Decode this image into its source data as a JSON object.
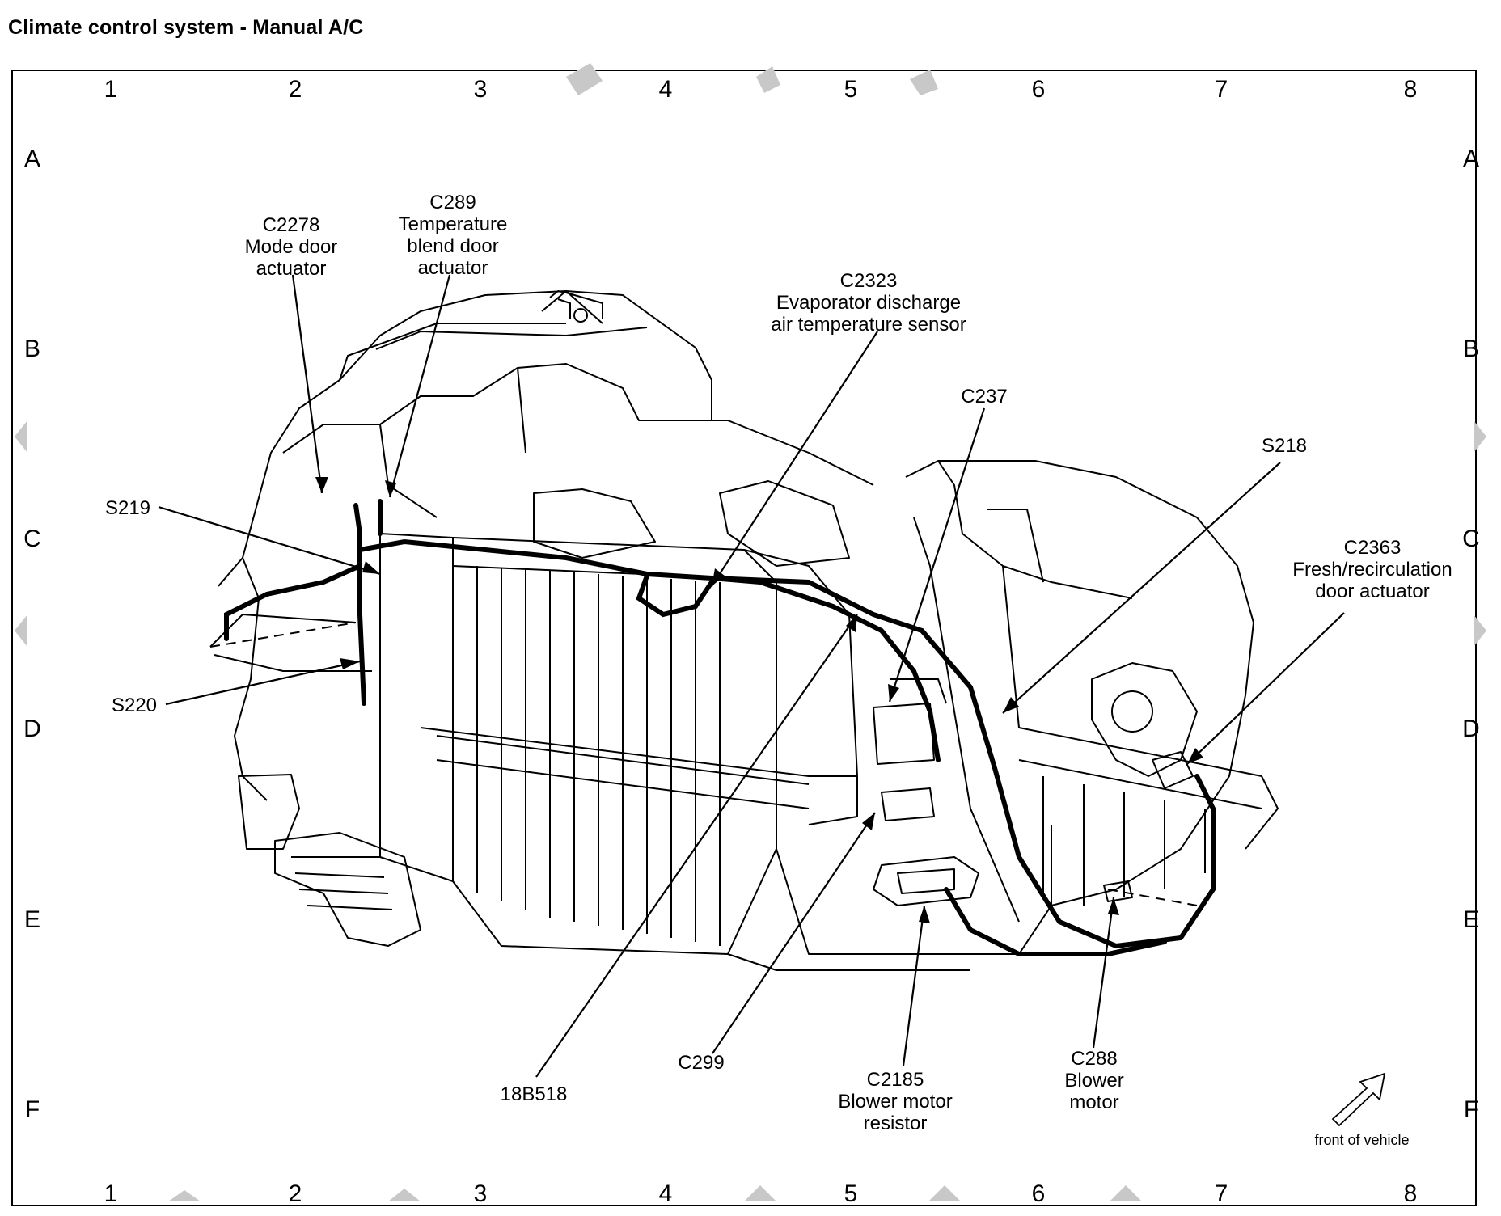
{
  "title": "Climate control system - Manual A/C",
  "grid": {
    "columns": [
      "1",
      "2",
      "3",
      "4",
      "5",
      "6",
      "7",
      "8"
    ],
    "rows": [
      "A",
      "B",
      "C",
      "D",
      "E",
      "F"
    ]
  },
  "callouts": [
    {
      "id": "c2278",
      "lines": [
        "C2278",
        "Mode door",
        "actuator"
      ]
    },
    {
      "id": "c289",
      "lines": [
        "C289",
        "Temperature",
        "blend door",
        "actuator"
      ]
    },
    {
      "id": "c2323",
      "lines": [
        "C2323",
        "Evaporator discharge",
        "air temperature sensor"
      ]
    },
    {
      "id": "c237",
      "lines": [
        "C237"
      ]
    },
    {
      "id": "s218",
      "lines": [
        "S218"
      ]
    },
    {
      "id": "c2363",
      "lines": [
        "C2363",
        "Fresh/recirculation",
        "door actuator"
      ]
    },
    {
      "id": "s219",
      "lines": [
        "S219"
      ]
    },
    {
      "id": "s220",
      "lines": [
        "S220"
      ]
    },
    {
      "id": "b18b518",
      "lines": [
        "18B518"
      ]
    },
    {
      "id": "c299",
      "lines": [
        "C299"
      ]
    },
    {
      "id": "c2185",
      "lines": [
        "C2185",
        "Blower motor",
        "resistor"
      ]
    },
    {
      "id": "c288",
      "lines": [
        "C288",
        "Blower",
        "motor"
      ]
    }
  ],
  "orientation_label": "front of vehicle"
}
